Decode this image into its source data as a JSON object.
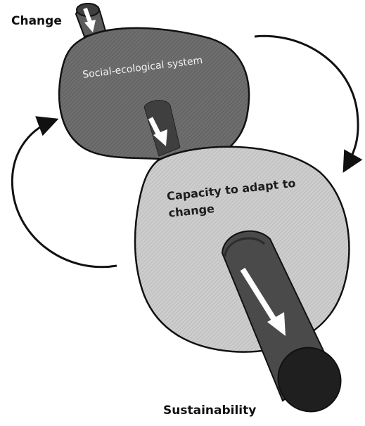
{
  "labels": {
    "change": "Change",
    "social_ecological_system": "Social-ecological system",
    "capacity": "Capacity to adapt to change",
    "sustainability": "Sustainability"
  },
  "colors": {
    "system_circle": "#6e6e6e",
    "capacity_circle": "#c9c9c9",
    "tube_dark": "#3a3a3a",
    "tube_mid": "#555555",
    "outline": "#111111",
    "arrow_white": "#ffffff"
  }
}
